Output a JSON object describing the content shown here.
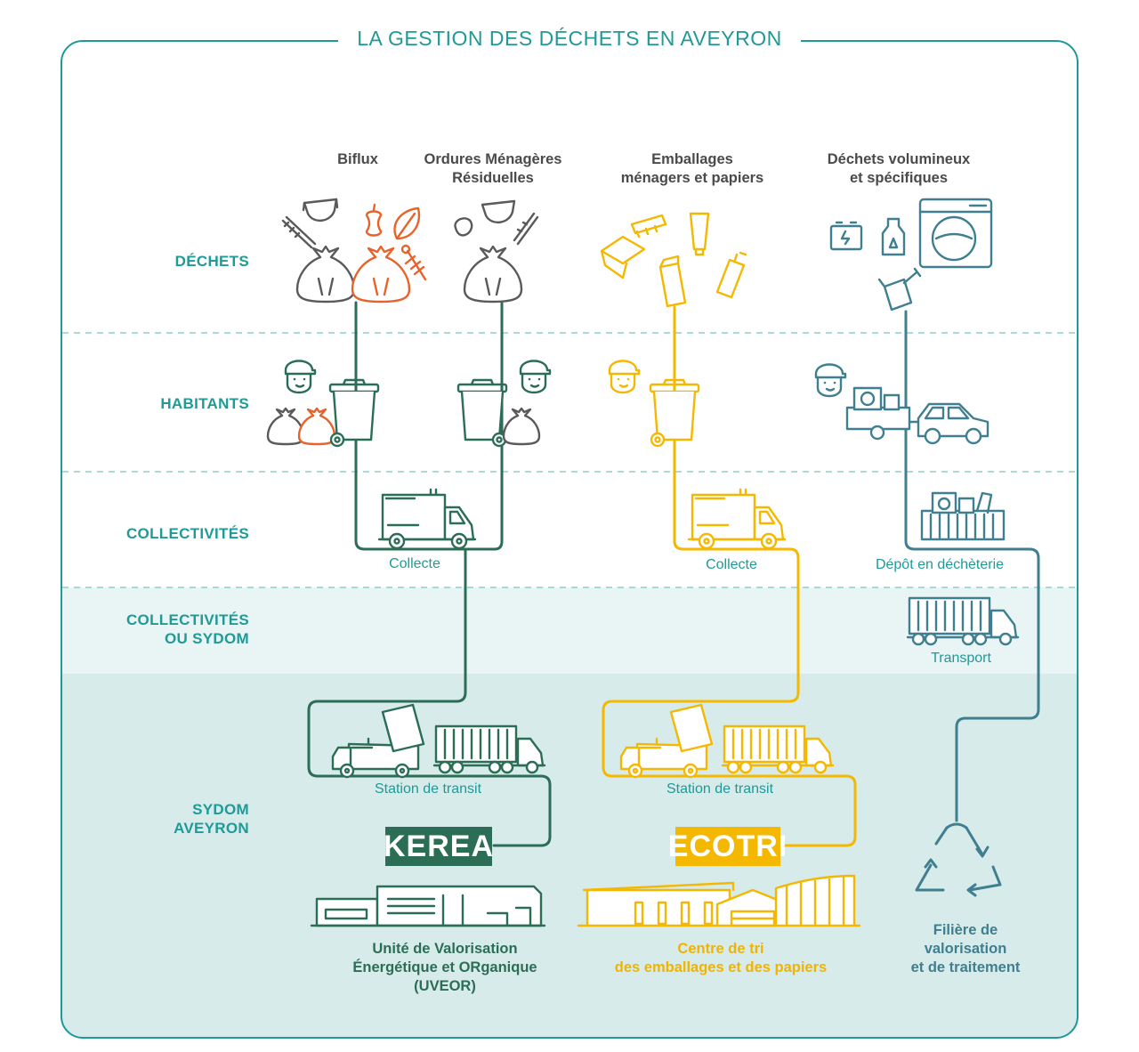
{
  "title": "LA GESTION DES DÉCHETS EN AVEYRON",
  "rows": {
    "dechets": "DÉCHETS",
    "habitants": "HABITANTS",
    "collectivites": "COLLECTIVITÉS",
    "collectivites_ou_sydom": "COLLECTIVITÉS\nOU SYDOM",
    "sydom_aveyron": "SYDOM\nAVEYRON"
  },
  "categories": {
    "biflux": "Biflux",
    "omr": "Ordures Ménagères\nRésiduelles",
    "emballages": "Emballages\nménagers et papiers",
    "volumineux": "Déchets volumineux\net spécifiques"
  },
  "labels": {
    "collecte_green": "Collecte",
    "collecte_yellow": "Collecte",
    "depot": "Dépôt en déchèterie",
    "transport": "Transport",
    "station_green": "Station de transit",
    "station_yellow": "Station de transit",
    "kerea": "KEREA",
    "ecotri": "ECOTRI",
    "uveor": "Unité de Valorisation\nÉnergétique et ORganique\n(UVEOR)",
    "centre_tri": "Centre de tri\ndes emballages et des papiers",
    "filiere": "Filière de\nvalorisation\net de traitement"
  },
  "colors": {
    "green": "#2c6e55",
    "orange": "#e8622a",
    "grey": "#5a5a5a",
    "yellow": "#f5b800",
    "slate": "#3f7f8f",
    "teal": "#1f9a96",
    "band_light": "#e9f4f4",
    "band_dark": "#d7ebeb"
  }
}
